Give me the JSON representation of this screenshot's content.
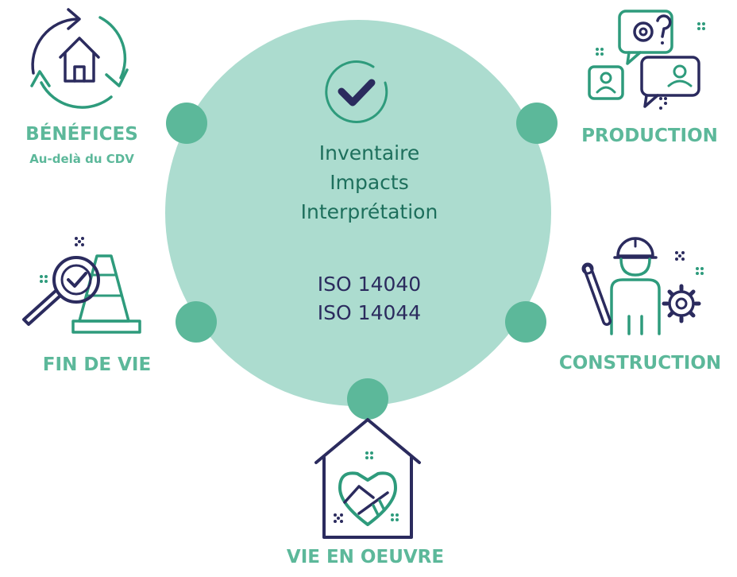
{
  "colors": {
    "circle_fill": "#acdccf",
    "node_fill": "#5cb89a",
    "label_green": "#5cb89a",
    "text_dark_green": "#1d6f5c",
    "text_navy": "#2b2b5e",
    "icon_navy": "#2b2b5e",
    "icon_green": "#2e9b7c"
  },
  "center": {
    "steps": [
      "Inventaire",
      "Impacts",
      "Interprétation"
    ],
    "norms": [
      "ISO 14040",
      "ISO 14044"
    ]
  },
  "stages": {
    "benefices": {
      "title": "BÉNÉFICES",
      "subtitle": "Au-delà du CDV",
      "icon": "recycle-house-icon"
    },
    "production": {
      "title": "PRODUCTION",
      "icon": "discussion-gear-icon"
    },
    "fin_de_vie": {
      "title": "FIN DE VIE",
      "icon": "magnifier-cone-icon"
    },
    "construction": {
      "title": "CONSTRUCTION",
      "icon": "worker-gear-icon"
    },
    "vie_en_oeuvre": {
      "title": "VIE EN OEUVRE",
      "icon": "house-handshake-icon"
    }
  },
  "center_icon": "check-circle-icon"
}
